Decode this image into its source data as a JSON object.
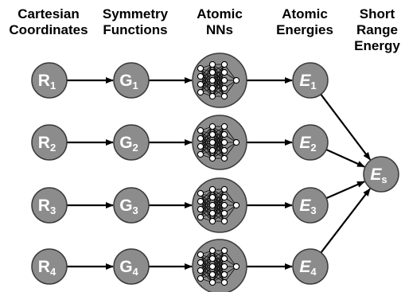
{
  "headers": {
    "cartesian": {
      "line1": "Cartesian",
      "line2": "Coordinates"
    },
    "symmetry": {
      "line1": "Symmetry",
      "line2": "Functions"
    },
    "atomic_nns": {
      "line1": "Atomic",
      "line2": "NNs"
    },
    "atomic_energies": {
      "line1": "Atomic",
      "line2": "Energies"
    },
    "short_range": {
      "line1": "Short",
      "line2": "Range",
      "line3": "Energy"
    }
  },
  "rows": [
    {
      "r": "R",
      "g": "G",
      "e": "E",
      "index": "1"
    },
    {
      "r": "R",
      "g": "G",
      "e": "E",
      "index": "2"
    },
    {
      "r": "R",
      "g": "G",
      "e": "E",
      "index": "3"
    },
    {
      "r": "R",
      "g": "G",
      "e": "E",
      "index": "4"
    }
  ],
  "output": {
    "symbol": "E",
    "subscript": "s"
  },
  "colors": {
    "node_fill": "#8c8c8c",
    "node_stroke": "#3a3a3a",
    "arrow": "#000000"
  }
}
